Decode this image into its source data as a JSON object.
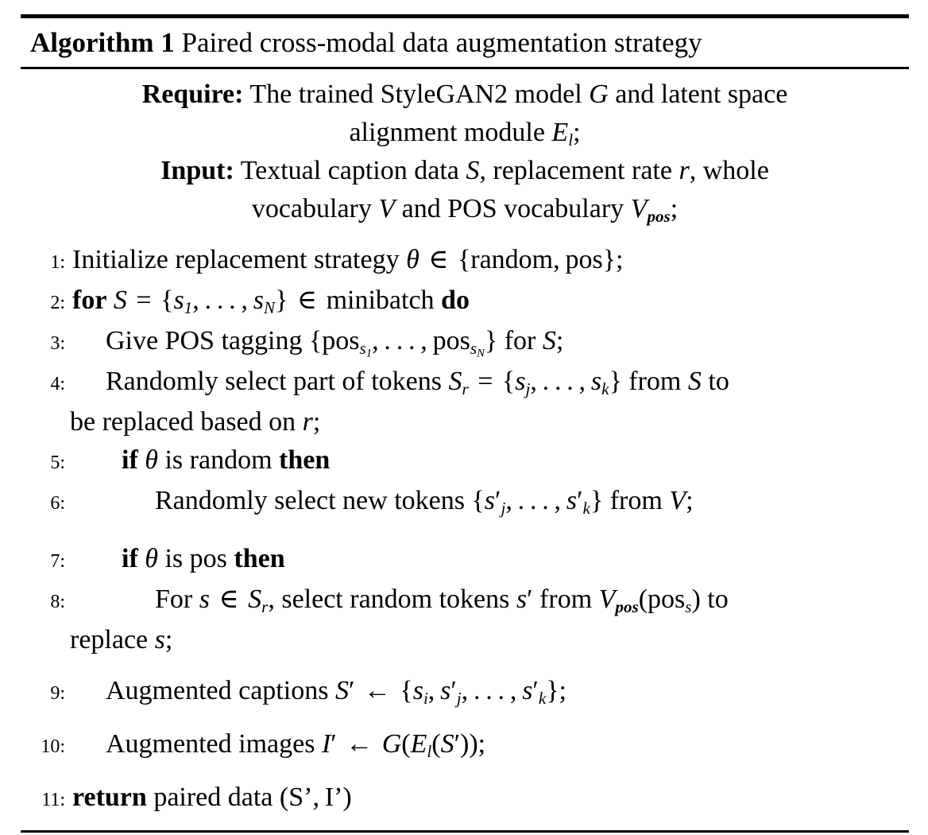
{
  "algorithm": {
    "title_keyword": "Algorithm 1",
    "title_text": "Paired cross-modal data augmentation strategy",
    "header": [
      {
        "label": "Require:",
        "line1": "The trained StyleGAN2 model G and latent space",
        "line2": "alignment module El;"
      },
      {
        "label": "Input:",
        "line1": "Textual caption data S, replacement rate r, whole",
        "line2": "vocabulary V and POS vocabulary Vpos;"
      }
    ],
    "lines": [
      {
        "number": "1:",
        "indent": "none",
        "text": "Initialize replacement strategy θ ∈ {random, pos};"
      },
      {
        "number": "2:",
        "indent": "none",
        "text": "for S = {s1,…,sN} ∈ minibatch do"
      },
      {
        "number": "3:",
        "indent": "ind1",
        "text": "Give POS tagging {poss1,…,possN} for S;"
      },
      {
        "number": "4:",
        "indent": "ind1",
        "text": "Randomly select part of tokens Sr = {sj,…,sk} from S to"
      },
      {
        "number": "",
        "indent": "cont",
        "text": "be replaced based on r;"
      },
      {
        "number": "5:",
        "indent": "ind15",
        "text": "if θ is random then"
      },
      {
        "number": "6:",
        "indent": "ind2",
        "text": "Randomly select new tokens {s′j,…,s′k} from V;"
      },
      {
        "number": "7:",
        "indent": "ind15",
        "text": "if θ is pos then"
      },
      {
        "number": "8:",
        "indent": "ind2",
        "text": "For s ∈ Sr, select random tokens s′ from Vpos(poss) to"
      },
      {
        "number": "",
        "indent": "cont",
        "text": "replace s;"
      },
      {
        "number": "9:",
        "indent": "ind1",
        "text": "Augmented captions S′ ← {si, s′j,…, s′k};"
      },
      {
        "number": "10:",
        "indent": "ind1",
        "text": "Augmented images I′ ← G(El(S′));"
      },
      {
        "number": "11:",
        "indent": "none",
        "text": "return paired data (S', I')"
      }
    ],
    "line_numbers": {
      "n1": "1:",
      "n2": "2:",
      "n3": "3:",
      "n4": "4:",
      "n5": "5:",
      "n6": "6:",
      "n7": "7:",
      "n8": "8:",
      "n9": "9:",
      "n10": "10:",
      "n11": "11:"
    },
    "labels": {
      "require": "Require:",
      "input": "Input:"
    },
    "colors": {
      "text": "#000000",
      "background": "#ffffff",
      "rule": "#000000"
    }
  }
}
